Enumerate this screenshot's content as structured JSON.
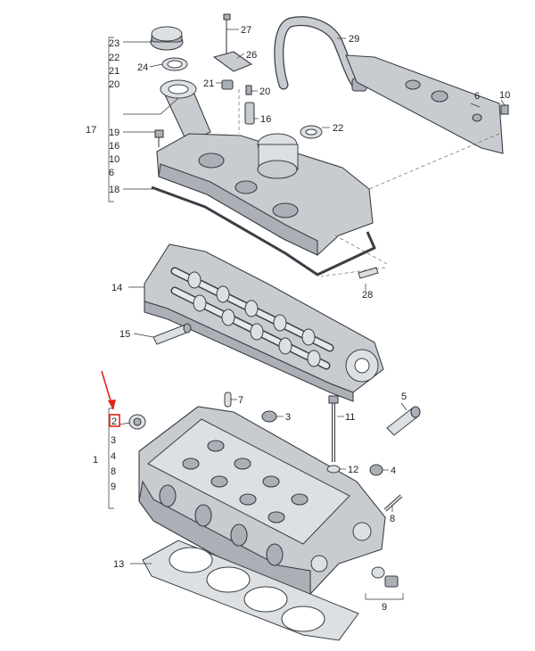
{
  "callouts": {
    "c23": "23",
    "c22a": "22",
    "c21a": "21",
    "c20a": "20",
    "c24": "24",
    "c27": "27",
    "c26": "26",
    "c21b": "21",
    "c20b": "20",
    "c29": "29",
    "c6": "6",
    "c10": "10",
    "c17": "17",
    "c19": "19",
    "c16a": "16",
    "c10b": "10",
    "c6b": "6",
    "c18": "18",
    "c16b": "16",
    "c22b": "22",
    "c14": "14",
    "c28": "28",
    "c15": "15",
    "c7": "7",
    "c5": "5",
    "c2": "2",
    "c3a": "3",
    "c3b": "3",
    "c4a": "4",
    "c8a": "8",
    "c9a": "9",
    "c1": "1",
    "c11": "11",
    "c12": "12",
    "c4b": "4",
    "c8b": "8",
    "c13": "13",
    "c9b": "9"
  },
  "highlight": {
    "callout": "2",
    "color": "#e2231a"
  }
}
